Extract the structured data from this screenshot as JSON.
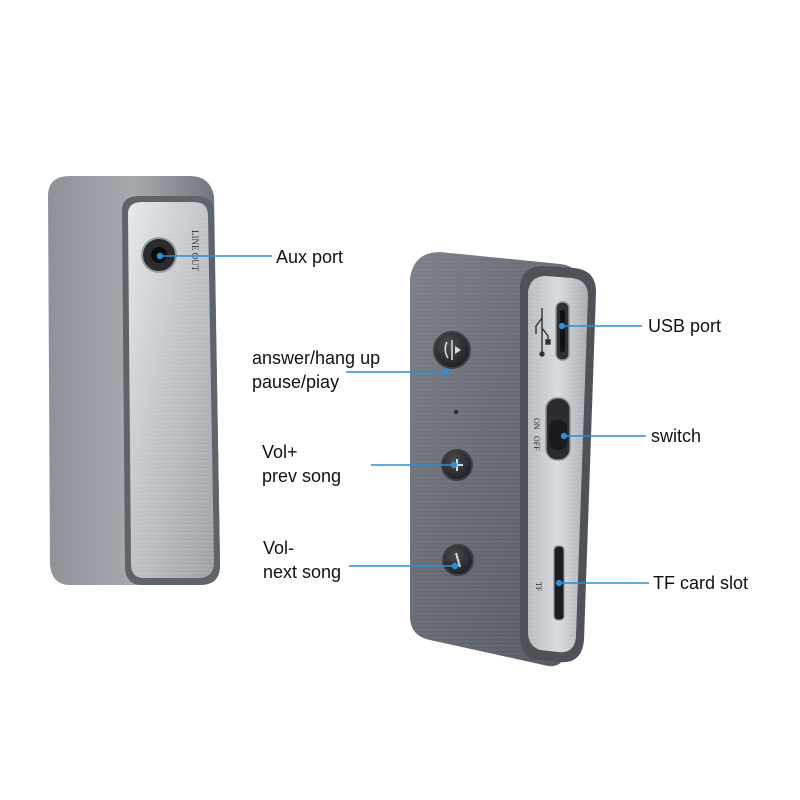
{
  "colors": {
    "background": "#ffffff",
    "callout_line": "#2a8fd6",
    "callout_dot": "#2a8fd6",
    "body_dark": "#6c7078",
    "panel_light": "#c9ccd0",
    "label_text": "#111111"
  },
  "device_left": {
    "jack_label": "LINE OUT"
  },
  "device_right": {
    "switch_on": "ON",
    "switch_off": "OFF",
    "tf_label": "TF"
  },
  "callouts": {
    "aux": "Aux port",
    "answer_line1": "answer/hang up",
    "answer_line2": "pause/piay",
    "vol_up_line1": "Vol+",
    "vol_up_line2": "prev song",
    "vol_down_line1": "Vol-",
    "vol_down_line2": "next song",
    "usb": "USB port",
    "switch": "switch",
    "tf": "TF card slot"
  },
  "icons": [
    "phone-play-icon",
    "plus-icon",
    "minus-icon",
    "usb-icon"
  ]
}
